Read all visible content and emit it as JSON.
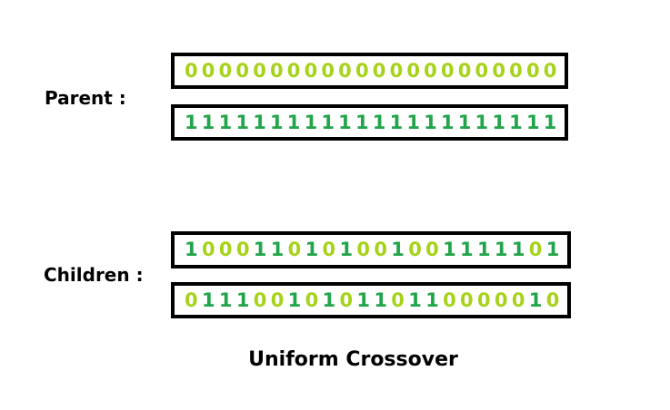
{
  "labels": {
    "parent": "Parent :",
    "children": "Children :"
  },
  "caption": "Uniform Crossover",
  "colors": {
    "bit0": "#a6d319",
    "bit1": "#22a54a"
  },
  "parents": [
    "0000000000000000000000",
    "1111111111111111111111"
  ],
  "children": [
    "1000110101001001111101",
    "0111001010110110000010"
  ]
}
